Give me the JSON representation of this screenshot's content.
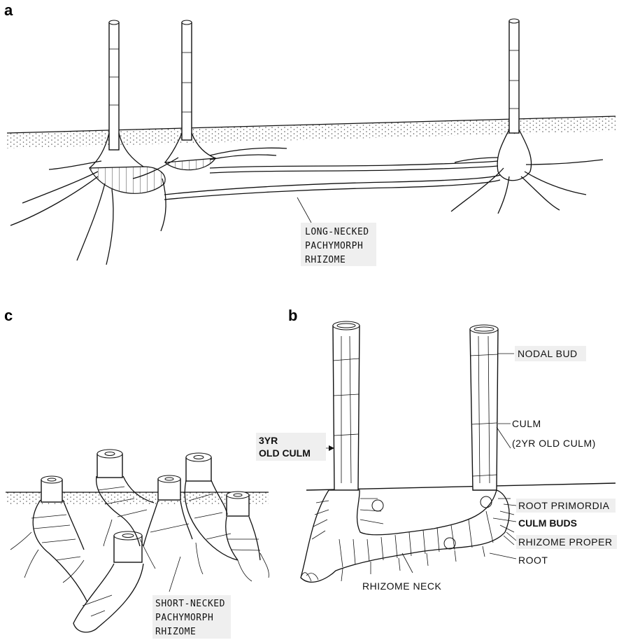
{
  "panels": {
    "a": {
      "letter": "a",
      "label_lines": [
        "LONG-NECKED",
        "PACHYMORPH",
        "RHIZOME"
      ]
    },
    "b": {
      "letter": "b",
      "labels": {
        "nodal_bud": "NODAL BUD",
        "culm": "CULM",
        "culm_age": "(2YR OLD  CULM)",
        "old_culm_line1": "3YR",
        "old_culm_line2": "OLD CULM",
        "root_primordia": "ROOT PRIMORDIA",
        "culm_buds": "CULM BUDS",
        "rhizome_proper": "RHIZOME PROPER",
        "root": "ROOT",
        "rhizome_neck": "RHIZOME NECK"
      }
    },
    "c": {
      "letter": "c",
      "label_lines": [
        "SHORT-NECKED",
        "PACHYMORPH",
        "RHIZOME"
      ]
    }
  }
}
